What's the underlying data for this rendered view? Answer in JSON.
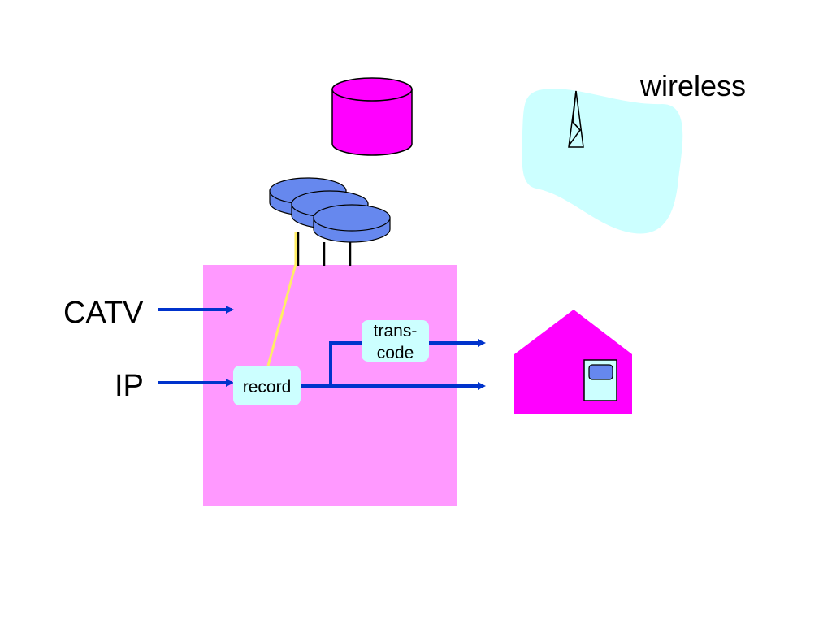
{
  "labels": {
    "wireless": "wireless",
    "catv": "CATV",
    "ip": "IP",
    "record": "record",
    "transcode_line1": "trans-",
    "transcode_line2": "code"
  },
  "colors": {
    "server_box": "#ff99ff",
    "database": "#ff00ff",
    "disk": "#6688ee",
    "wireless_cloud": "#ccffff",
    "house": "#ff00ff",
    "process_box": "#ccffff",
    "arrow": "#0033cc",
    "yellow_link": "#ffee66"
  },
  "icons": {
    "database": "database-icon",
    "disks": "disk-stack-icon",
    "tower": "antenna-tower-icon",
    "house": "house-icon",
    "tv": "television-icon"
  }
}
